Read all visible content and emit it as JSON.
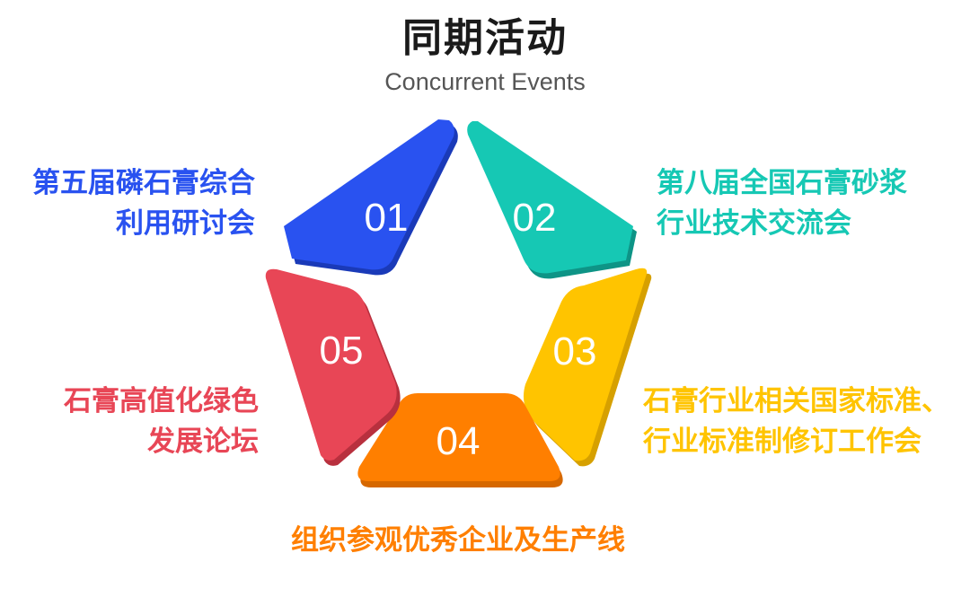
{
  "header": {
    "title": "同期活动",
    "subtitle": "Concurrent Events"
  },
  "segments": [
    {
      "number": "01",
      "color": "#2952F0",
      "shadow": "#1A3AB8",
      "line1": "第五届磷石膏综合",
      "line2": "利用研讨会"
    },
    {
      "number": "02",
      "color": "#16C8B4",
      "shadow": "#0E9486",
      "line1": "第八届全国石膏砂浆",
      "line2": "行业技术交流会"
    },
    {
      "number": "03",
      "color": "#FFC400",
      "shadow": "#D6A000",
      "line1": "石膏行业相关国家标准、",
      "line2": "行业标准制修订工作会"
    },
    {
      "number": "04",
      "color": "#FF7F00",
      "shadow": "#D66800",
      "line1": "组织参观优秀企业及生产线",
      "line2": ""
    },
    {
      "number": "05",
      "color": "#E84656",
      "shadow": "#B8303E",
      "line1": "石膏高值化绿色",
      "line2": "发展论坛"
    }
  ]
}
